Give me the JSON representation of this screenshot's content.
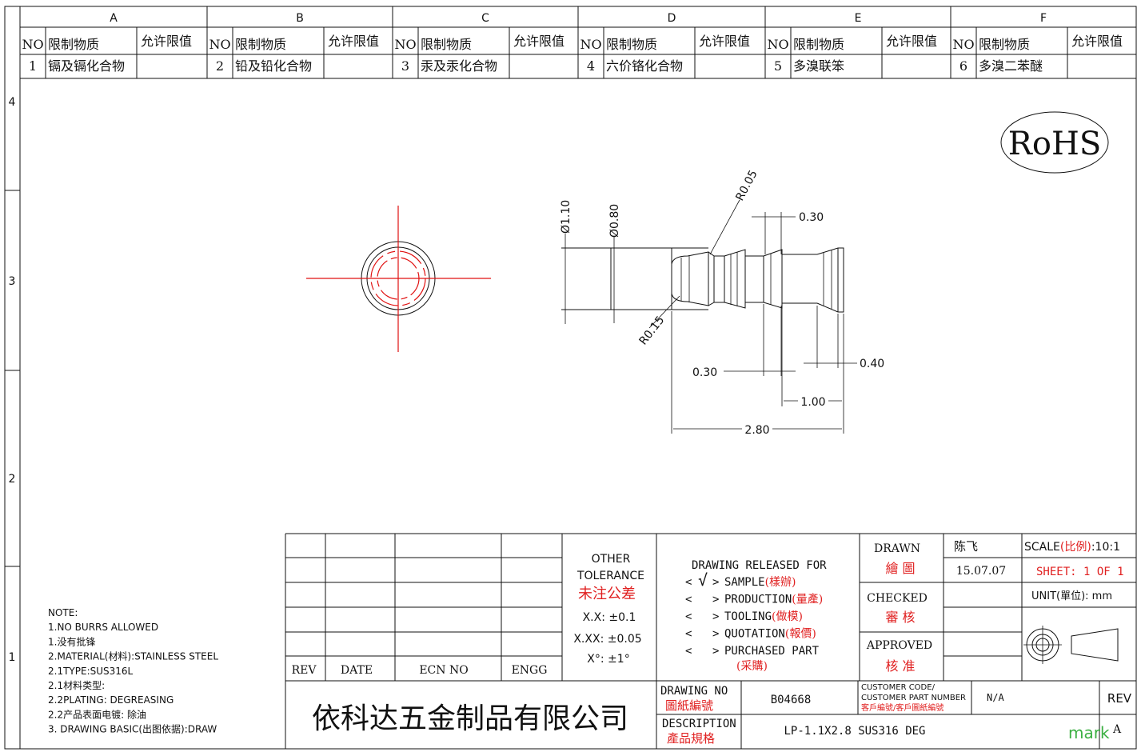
{
  "zones": {
    "columns": [
      "A",
      "B",
      "C",
      "D",
      "E",
      "F"
    ],
    "rows": [
      "4",
      "3",
      "2",
      "1"
    ]
  },
  "substances": {
    "header_no": "NO",
    "header_name": "限制物质",
    "header_limit": "允许限值",
    "items": [
      {
        "no": "1",
        "name": "镉及镉化合物"
      },
      {
        "no": "2",
        "name": "铅及铅化合物"
      },
      {
        "no": "3",
        "name": "汞及汞化合物"
      },
      {
        "no": "4",
        "name": "六价铬化合物"
      },
      {
        "no": "5",
        "name": "多溴联笨"
      },
      {
        "no": "6",
        "name": "多溴二苯醚"
      }
    ]
  },
  "rohs_logo": "RoHS",
  "dimensions": {
    "d_outer": "Ø1.10",
    "d_inner": "Ø0.80",
    "r_top": "R0.05",
    "r_bottom": "R0.15",
    "groove_top": "0.30",
    "groove_bottom": "0.30",
    "tip": "0.40",
    "len_1": "1.00",
    "len_total": "2.80"
  },
  "notes": [
    "NOTE:",
    "1.NO BURRS ALLOWED",
    "1.没有批锋",
    "2.MATERIAL(材料):STAINLESS STEEL",
    "2.1TYPE:SUS316L",
    "2.1材料类型:",
    "2.2PLATING: DEGREASING",
    "2.2产品表面电镀: 除油",
    "3. DRAWING BASIC(出图依据):DRAW"
  ],
  "revision_table": {
    "rev": "REV",
    "date": "DATE",
    "ecn": "ECN NO",
    "engg": "ENGG"
  },
  "tolerance": {
    "title1": "OTHER",
    "title2": "TOLERANCE",
    "title_cn": "未注公差",
    "xx": "X.X: ±0.1",
    "xxx": "X.XX: ±0.05",
    "deg": "X°: ±1°"
  },
  "release": {
    "title": "DRAWING RELEASED FOR",
    "items": [
      {
        "mark": "√",
        "en": "SAMPLE",
        "cn": "(樣辦)"
      },
      {
        "mark": "",
        "en": "PRODUCTION",
        "cn": "(量產)"
      },
      {
        "mark": "",
        "en": "TOOLING",
        "cn": "(做模)"
      },
      {
        "mark": "",
        "en": "QUOTATION",
        "cn": "(報價)"
      },
      {
        "mark": "",
        "en": "PURCHASED PART",
        "cn": "(采購)"
      }
    ]
  },
  "signoff": {
    "drawn_en": "DRAWN",
    "drawn_cn": "繪 圖",
    "drawn_by": "陈飞",
    "drawn_date": "15.07.07",
    "checked_en": "CHECKED",
    "checked_cn": "審 核",
    "approved_en": "APPROVED",
    "approved_cn": "核 准"
  },
  "scale": {
    "label": "SCALE",
    "label_cn": "(比例)",
    "value": ":10:1",
    "sheet": "SHEET:  1 OF 1",
    "unit": "UNIT(單位): mm"
  },
  "title_block": {
    "company": "依科达五金制品有限公司",
    "drawing_no_en": "DRAWING NO",
    "drawing_no_cn": "圖紙編號",
    "drawing_no": "B04668",
    "customer_code_en1": "CUSTOMER CODE/",
    "customer_code_en2": "CUSTOMER PART NUMBER",
    "customer_code_cn": "客戶編號/客戶圖紙編號",
    "customer_code": "N/A",
    "rev_label": "REV",
    "rev_value": "A",
    "description_en": "DESCRIPTION",
    "description_cn": "產品規格",
    "description": "LP-1.1X2.8 SUS316 DEG",
    "watermark": "mark"
  },
  "colors": {
    "red": "#e02020",
    "watermark": "#3cb043",
    "line": "#111111"
  }
}
